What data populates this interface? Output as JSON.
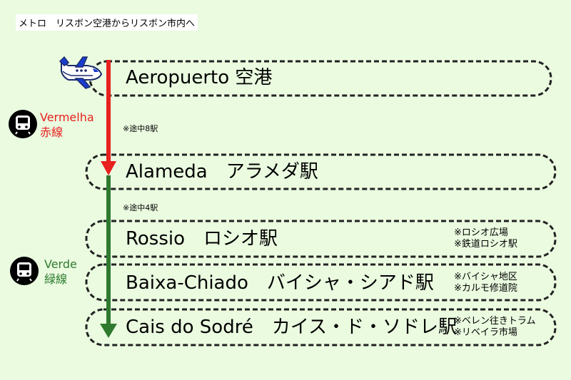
{
  "header": {
    "title": "メトロ　リスボン空港からリスボン市内へ"
  },
  "lines": {
    "red": {
      "name": "Vermelha",
      "name_ja": "赤線",
      "color": "#e8201e",
      "icon": "metro-train-icon"
    },
    "green": {
      "name": "Verde",
      "name_ja": "緑線",
      "color": "#2f7a2f",
      "icon": "metro-train-icon"
    }
  },
  "stations": [
    {
      "name": "Aeropuerto 空港",
      "notes": []
    },
    {
      "name": "Alameda　アラメダ駅",
      "notes": []
    },
    {
      "name": "Rossio　ロシオ駅",
      "notes": [
        "※ロシオ広場",
        "※鉄道ロシオ駅"
      ]
    },
    {
      "name": "Baixa-Chiado　バイシャ・シアド駅",
      "notes": [
        "※バイシャ地区",
        "※カルモ修道院"
      ]
    },
    {
      "name": "Cais do Sodré　カイス・ド・ソドレ駅",
      "notes": [
        "※ベレン往きトラム",
        "※リベイラ市場"
      ]
    }
  ],
  "segments": {
    "red_note": "※途中8駅",
    "green_note": "※途中4駅"
  },
  "icons": {
    "airport": "airplane-icon"
  }
}
